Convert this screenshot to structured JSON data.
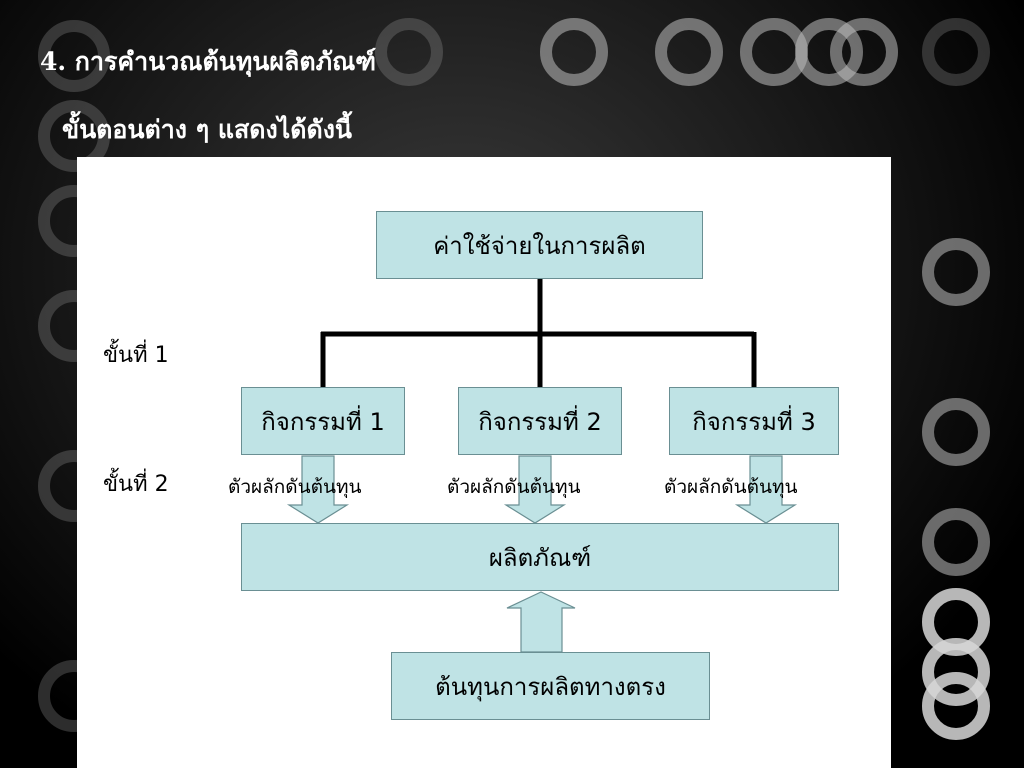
{
  "slide": {
    "title_line1": "4. การคำนวณต้นทุนผลิตภัณฑ์",
    "title_line2": "ขั้นตอนต่าง ๆ แสดงได้ดังนี้"
  },
  "diagram": {
    "top_box": "ค่าใช้จ่ายในการผลิต",
    "step1_label": "ขั้นที่ 1",
    "step2_label": "ขั้นที่ 2",
    "activities": [
      "กิจกรรมที่ 1",
      "กิจกรรมที่ 2",
      "กิจกรรมที่ 3"
    ],
    "cost_drivers": [
      "ตัวผลักดันต้นทุน",
      "ตัวผลักดันต้นทุน",
      "ตัวผลักดันต้นทุน"
    ],
    "product_box": "ผลิตภัณฑ์",
    "direct_cost_box": "ต้นทุนการผลิตทางตรง"
  },
  "colors": {
    "box_fill": "#bfe3e5",
    "arrow_fill": "#bfe3e5"
  }
}
